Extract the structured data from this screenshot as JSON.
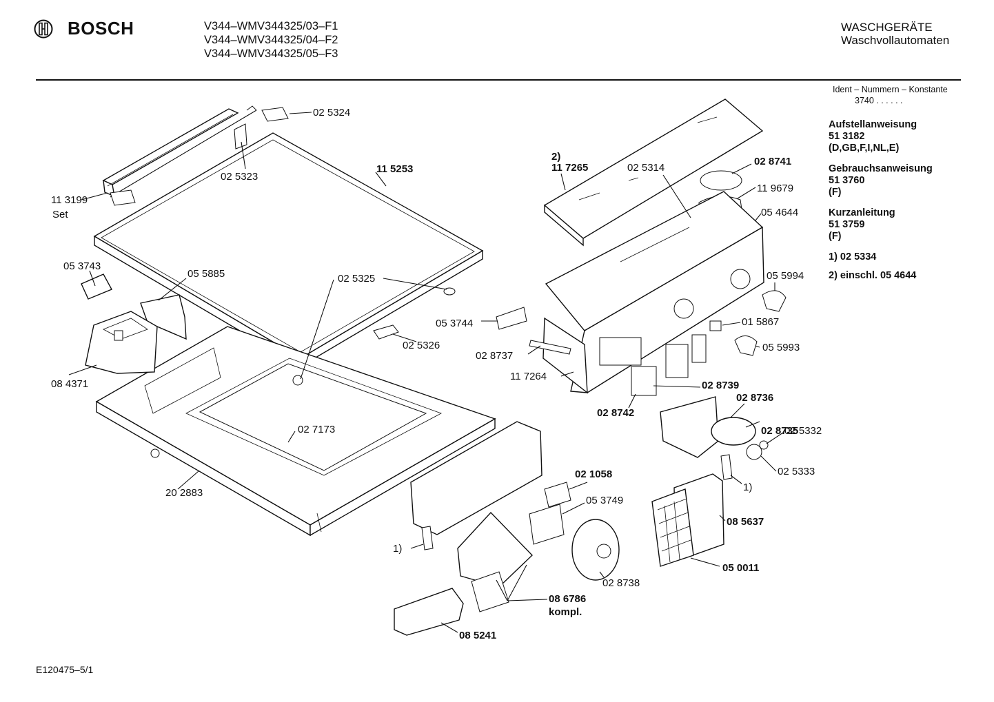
{
  "brand": {
    "name": "BOSCH",
    "logo_icon": "bosch-armature-logo-icon"
  },
  "models": [
    "V344–WMV344325/03–F1",
    "V344–WMV344325/04–F2",
    "V344–WMV344325/05–F3"
  ],
  "category": {
    "line1": "WASCHGERÄTE",
    "line2": "Waschvollautomaten"
  },
  "ident": {
    "label": "Ident – Nummern – Konstante",
    "value": "3740 . . . . . ."
  },
  "documents": [
    {
      "title": "Aufstellanweisung",
      "number": "51 3182",
      "extra": "(D,GB,F,I,NL,E)"
    },
    {
      "title": "Gebrauchsanweisung",
      "number": "51 3760",
      "extra": "(F)"
    },
    {
      "title": "Kurzanleitung",
      "number": "51 3759",
      "extra": "(F)"
    }
  ],
  "notes": [
    "1)  02 5334",
    "2)  einschl. 05 4644"
  ],
  "footer": "E120475–5/1",
  "parts": [
    {
      "id": "p-025324",
      "text": "02 5324",
      "bold": false
    },
    {
      "id": "p-025323",
      "text": "02 5323",
      "bold": false
    },
    {
      "id": "p-113199",
      "text": "11 3199",
      "bold": false
    },
    {
      "id": "p-set",
      "text": "Set",
      "bold": false
    },
    {
      "id": "p-115253",
      "text": "11  5253",
      "bold": true
    },
    {
      "id": "p-053743",
      "text": "05 3743",
      "bold": false
    },
    {
      "id": "p-055885",
      "text": "05 5885",
      "bold": false
    },
    {
      "id": "p-025325",
      "text": "02 5325",
      "bold": false
    },
    {
      "id": "p-025326",
      "text": "02 5326",
      "bold": false
    },
    {
      "id": "p-084371",
      "text": "08 4371",
      "bold": false
    },
    {
      "id": "p-027173",
      "text": "02 7173",
      "bold": false
    },
    {
      "id": "p-202883",
      "text": "20 2883",
      "bold": false
    },
    {
      "id": "p-note2",
      "text": "2)",
      "bold": true
    },
    {
      "id": "p-117265",
      "text": "11 7265",
      "bold": true
    },
    {
      "id": "p-025314",
      "text": "02 5314",
      "bold": false
    },
    {
      "id": "p-028741",
      "text": "02 8741",
      "bold": true
    },
    {
      "id": "p-119679",
      "text": "11 9679",
      "bold": false
    },
    {
      "id": "p-054644",
      "text": "05 4644",
      "bold": false
    },
    {
      "id": "p-055994",
      "text": "05 5994",
      "bold": false
    },
    {
      "id": "p-053744",
      "text": "05 3744",
      "bold": false
    },
    {
      "id": "p-015867",
      "text": "01 5867",
      "bold": false
    },
    {
      "id": "p-028737",
      "text": "02 8737",
      "bold": false
    },
    {
      "id": "p-055993",
      "text": "05 5993",
      "bold": false
    },
    {
      "id": "p-117264",
      "text": "11 7264",
      "bold": false
    },
    {
      "id": "p-028739",
      "text": "02 8739",
      "bold": true
    },
    {
      "id": "p-028736",
      "text": "02 8736",
      "bold": true
    },
    {
      "id": "p-028742",
      "text": "02 8742",
      "bold": true
    },
    {
      "id": "p-028735",
      "text": "02 8735",
      "bold": true
    },
    {
      "id": "p-025332",
      "text": "02 5332",
      "bold": false
    },
    {
      "id": "p-025333",
      "text": "02 5333",
      "bold": false
    },
    {
      "id": "p-021058",
      "text": "02 1058",
      "bold": true
    },
    {
      "id": "p-053749",
      "text": "05 3749",
      "bold": false
    },
    {
      "id": "p-note1a",
      "text": "1)",
      "bold": false
    },
    {
      "id": "p-note1b",
      "text": "1)",
      "bold": false
    },
    {
      "id": "p-085637",
      "text": "08 5637",
      "bold": true
    },
    {
      "id": "p-050011",
      "text": "05 0011",
      "bold": true
    },
    {
      "id": "p-028738",
      "text": "02 8738",
      "bold": false
    },
    {
      "id": "p-086786",
      "text": "08 6786",
      "bold": true
    },
    {
      "id": "p-kompl",
      "text": "kompl.",
      "bold": true
    },
    {
      "id": "p-085241",
      "text": "08 5241",
      "bold": true
    }
  ]
}
